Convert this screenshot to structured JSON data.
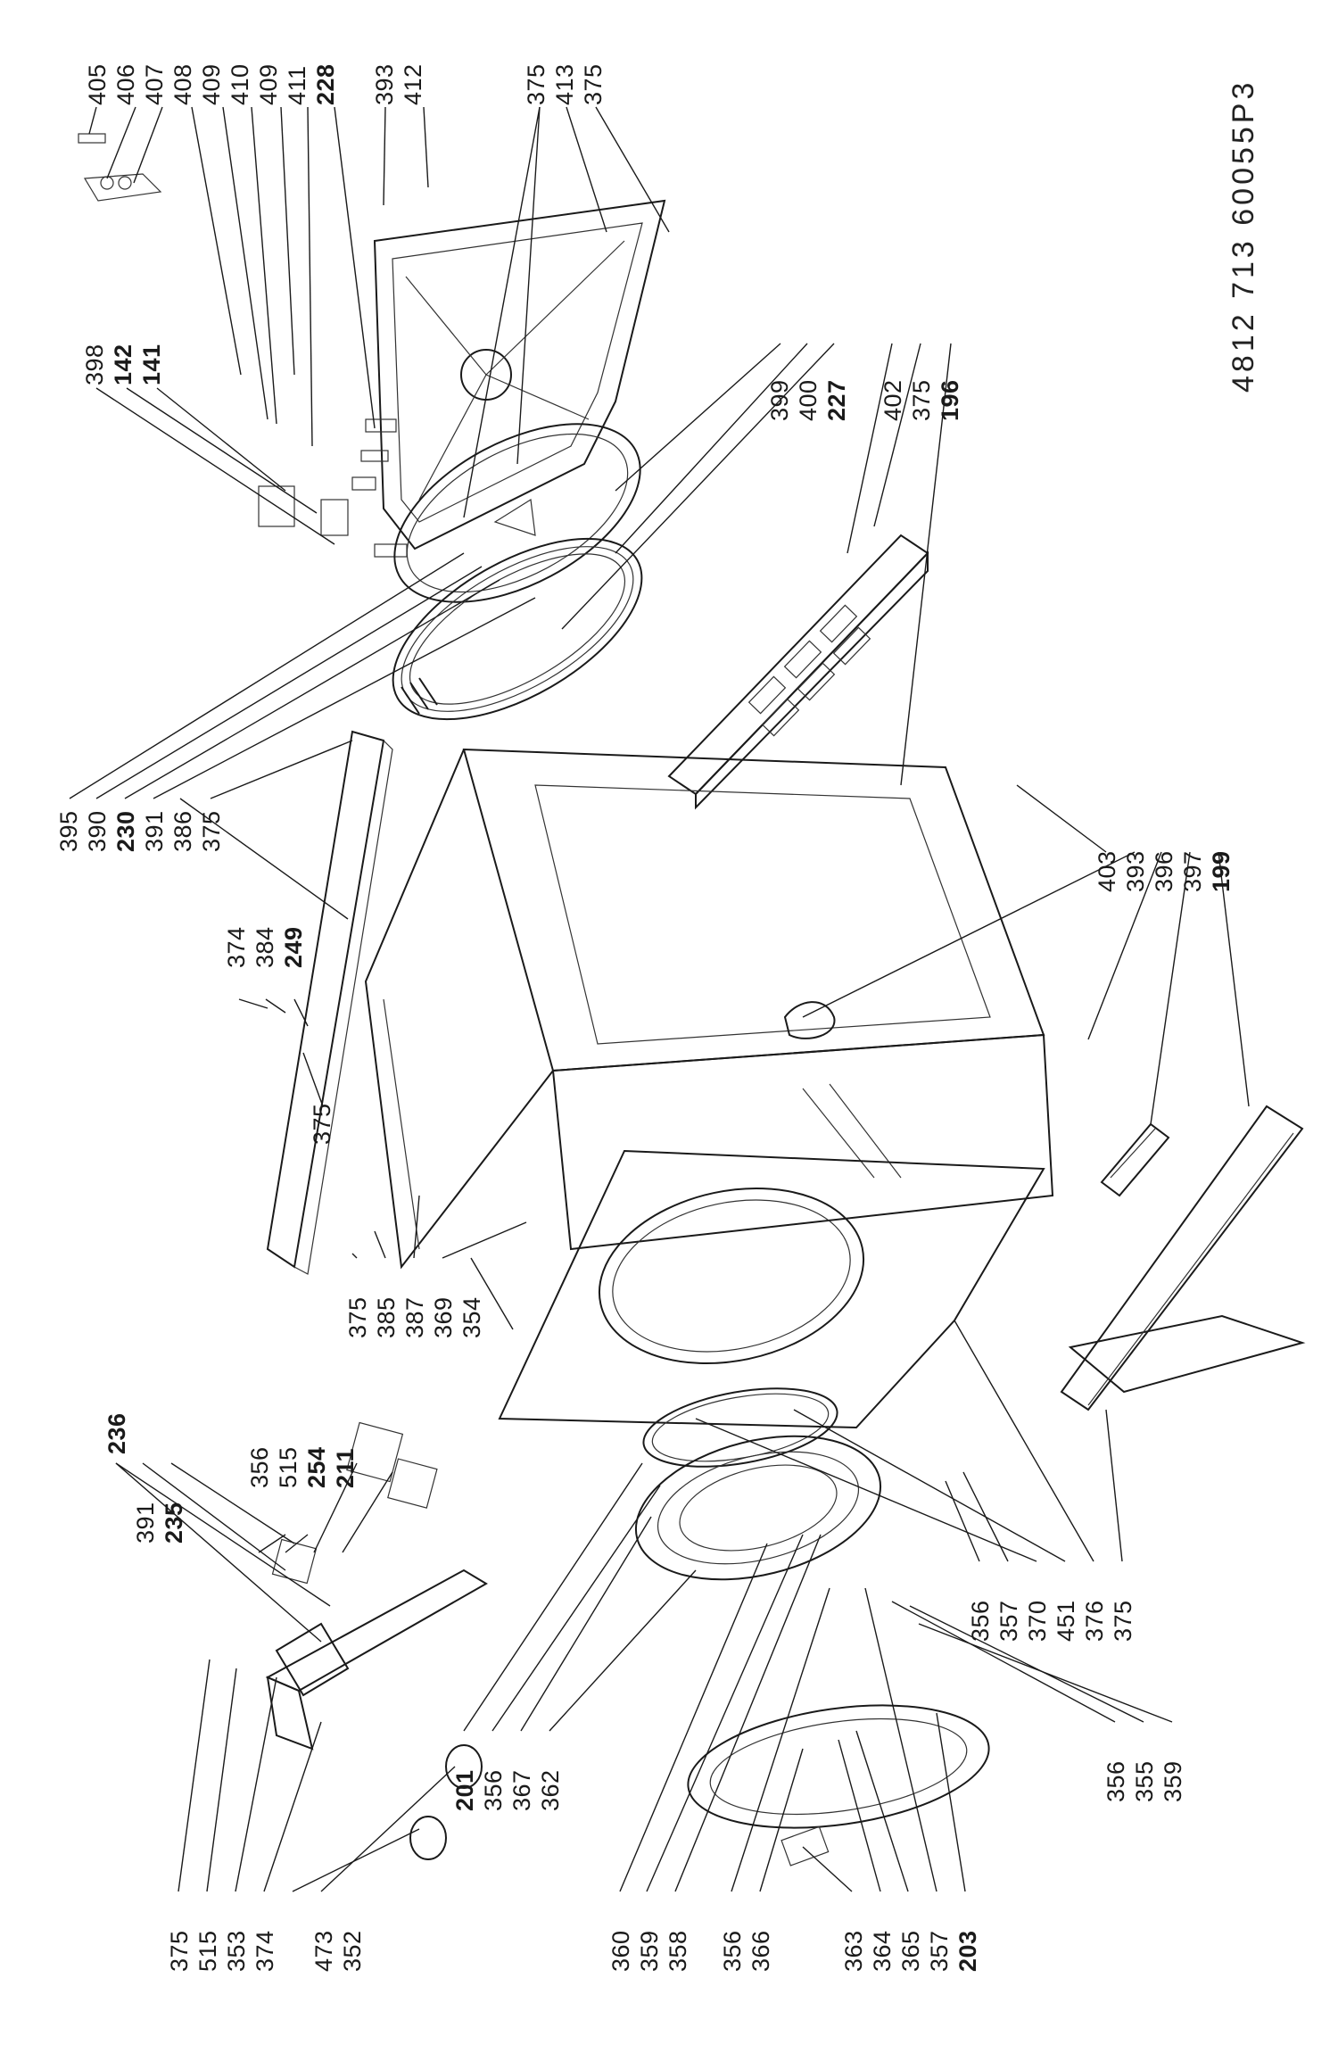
{
  "document": {
    "number": "4812 713 60055P3"
  },
  "callouts": {
    "c405": "405",
    "c406": "406",
    "c407": "407",
    "c408": "408",
    "c409a": "409",
    "c410": "410",
    "c409b": "409",
    "c411": "411",
    "c228": "228",
    "c393a": "393",
    "c412": "412",
    "c375a": "375",
    "c413": "413",
    "c375b": "375",
    "c398": "398",
    "c142": "142",
    "c141": "141",
    "c399": "399",
    "c400": "400",
    "c227": "227",
    "c402": "402",
    "c375c": "375",
    "c196": "196",
    "c395": "395",
    "c390": "390",
    "c230": "230",
    "c391a": "391",
    "c386": "386",
    "c375d": "375",
    "c374a": "374",
    "c384": "384",
    "c249": "249",
    "c375e": "375",
    "c403": "403",
    "c393b": "393",
    "c396": "396",
    "c397": "397",
    "c199": "199",
    "c375f": "375",
    "c385": "385",
    "c387": "387",
    "c369": "369",
    "c354": "354",
    "c356a": "356",
    "c515a": "515",
    "c254": "254",
    "c211": "211",
    "c236": "236",
    "c391b": "391",
    "c235": "235",
    "c356b": "356",
    "c357a": "357",
    "c370": "370",
    "c451": "451",
    "c376": "376",
    "c375g": "375",
    "c201": "201",
    "c356c": "356",
    "c367": "367",
    "c362": "362",
    "c375h": "375",
    "c515b": "515",
    "c353": "353",
    "c374b": "374",
    "c473": "473",
    "c352": "352",
    "c360": "360",
    "c359a": "359",
    "c358": "358",
    "c356d": "356",
    "c366": "366",
    "c363": "363",
    "c364": "364",
    "c365": "365",
    "c357b": "357",
    "c203": "203",
    "c356e": "356",
    "c355": "355",
    "c359b": "359"
  }
}
